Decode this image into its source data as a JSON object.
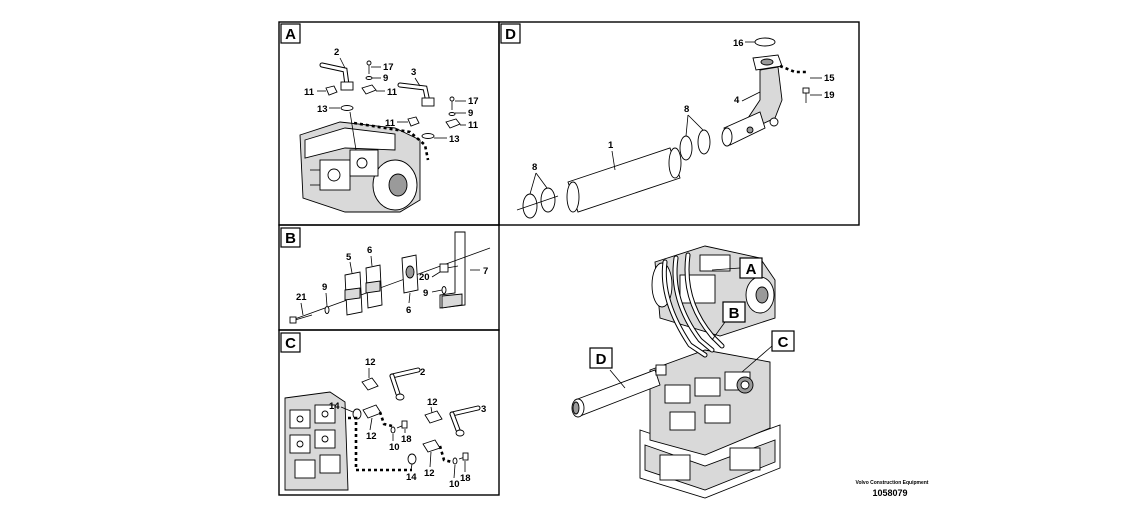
{
  "panels": {
    "A": {
      "label": "A",
      "callouts": [
        "2",
        "17",
        "9",
        "11",
        "11",
        "13",
        "3",
        "17",
        "9",
        "11",
        "11",
        "13"
      ]
    },
    "B": {
      "label": "B",
      "callouts": [
        "5",
        "6",
        "7",
        "20",
        "9",
        "21",
        "9",
        "6"
      ]
    },
    "C": {
      "label": "C",
      "callouts": [
        "12",
        "2",
        "14",
        "12",
        "12",
        "3",
        "10",
        "18",
        "14",
        "12",
        "10",
        "18"
      ]
    },
    "D": {
      "label": "D",
      "callouts": [
        "16",
        "15",
        "19",
        "4",
        "8",
        "1",
        "8"
      ]
    }
  },
  "overview": {
    "labels": [
      "A",
      "B",
      "C",
      "D"
    ]
  },
  "footer": {
    "company": "Volvo Construction Equipment",
    "doc_number": "1058079"
  }
}
